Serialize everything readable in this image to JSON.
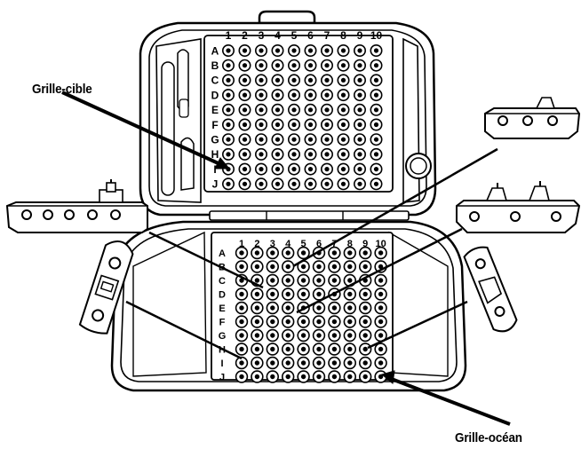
{
  "labels": {
    "target_grid": "Grille-cible",
    "ocean_grid": "Grille-océan"
  },
  "grid": {
    "columns": [
      "1",
      "2",
      "3",
      "4",
      "5",
      "6",
      "7",
      "8",
      "9",
      "10"
    ],
    "rows": [
      "A",
      "B",
      "C",
      "D",
      "E",
      "F",
      "G",
      "H",
      "I",
      "J"
    ]
  },
  "colors": {
    "line": "#000000",
    "fill": "#ffffff"
  }
}
